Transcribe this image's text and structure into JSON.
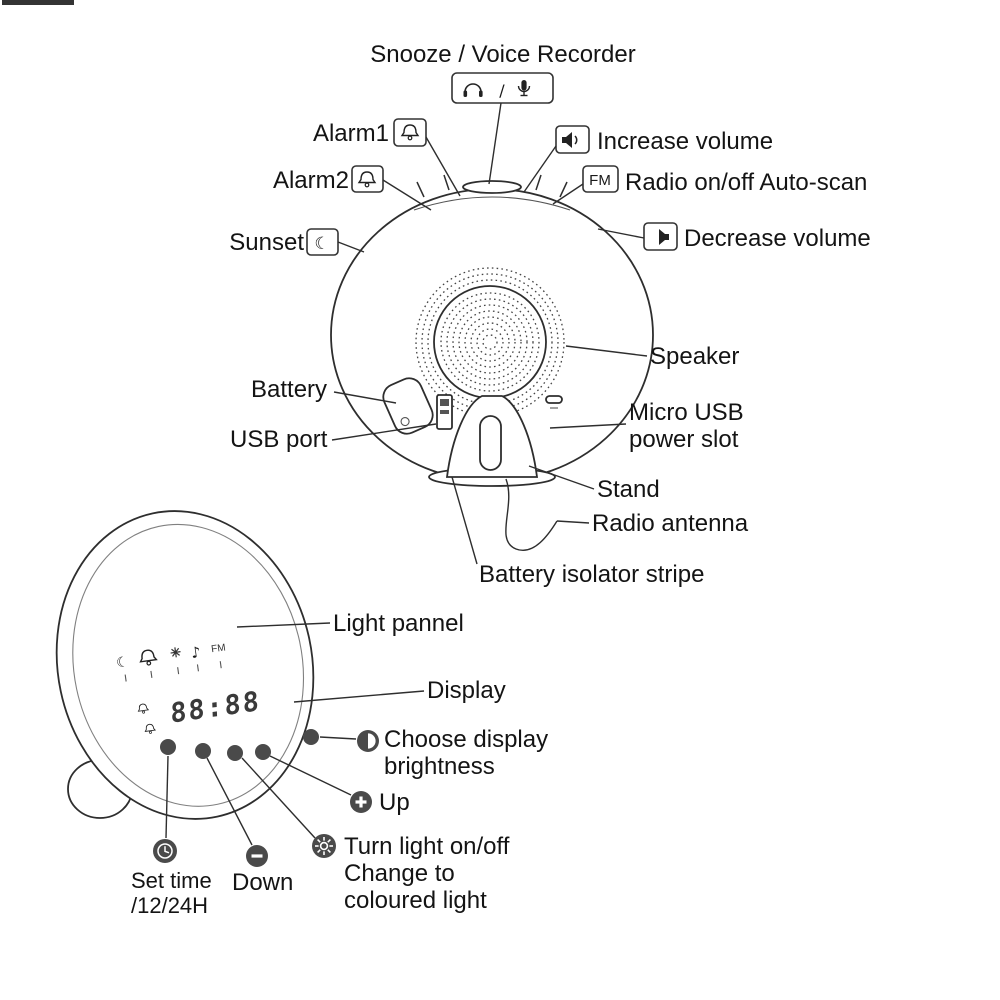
{
  "labels": {
    "snooze": "Snooze / Voice Recorder",
    "alarm1": "Alarm1",
    "alarm2": "Alarm2",
    "sunset": "Sunset",
    "increase_volume": "Increase volume",
    "radio_on_off": "Radio on/off Auto-scan",
    "decrease_volume": "Decrease volume",
    "speaker": "Speaker",
    "battery": "Battery",
    "usb_port": "USB port",
    "micro_usb": [
      "Micro USB",
      "power slot"
    ],
    "stand": "Stand",
    "radio_antenna": "Radio antenna",
    "battery_isolator": "Battery isolator stripe",
    "light_pannel": "Light pannel",
    "display": "Display",
    "choose_brightness": [
      "Choose display",
      "brightness"
    ],
    "up": "Up",
    "turn_light": [
      "Turn light on/off",
      "Change to",
      "coloured light"
    ],
    "down": "Down",
    "set_time": [
      "Set time",
      "/12/24H"
    ]
  },
  "buttons": {
    "fm": "FM",
    "snooze_divider": "/"
  },
  "display": {
    "time": "88:88",
    "fm_indicator": "FM"
  },
  "icons": {
    "moon": "☾",
    "music_note": "♪",
    "headset": "headset-icon",
    "microphone": "microphone-icon",
    "bell": "bell-icon",
    "volume_up": "volume-up-icon",
    "volume_down": "volume-down-icon",
    "sun": "sun-icon",
    "brightness": "brightness-icon",
    "plus": "plus-icon",
    "minus": "minus-icon",
    "clock": "clock-icon"
  },
  "colors": {
    "ink": "#141414",
    "line": "#2e2e2e",
    "button_fill": "#4a4a4a",
    "digits": "#3a3a3a"
  }
}
